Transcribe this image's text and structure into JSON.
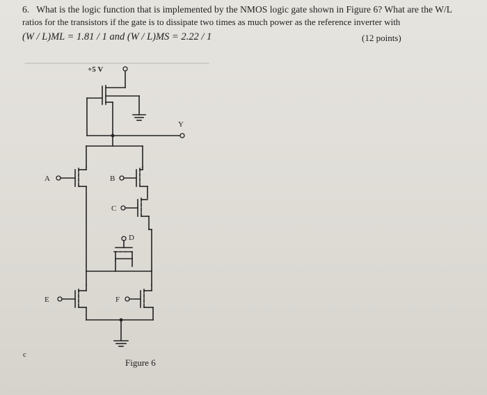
{
  "question": {
    "number": "6.",
    "line1": "What is the logic function that is implemented by the NMOS logic gate shown in Figure 6? What are the W/L",
    "line2": "ratios for the transistors if the gate is to dissipate two times as much power as the reference inverter with",
    "line3": "(W / L)ML = 1.81 / 1 and (W / L)MS = 2.22 / 1",
    "points": "(12 points)"
  },
  "circuit": {
    "supply_label": "+5 V",
    "output_label": "Y",
    "inputs": {
      "a": "A",
      "b": "B",
      "c": "C",
      "d": "D",
      "e": "E",
      "f": "F"
    }
  },
  "caption": "Figure 6",
  "corner_mark": "c"
}
